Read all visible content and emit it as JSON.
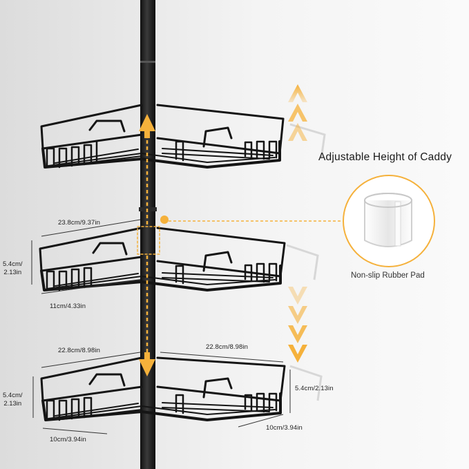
{
  "headline": "Adjustable Height of Caddy",
  "pad_caption": "Non-slip Rubber Pad",
  "accent_color": "#f5b13b",
  "dimensions": {
    "top_basket_width": "23.8cm/9.37in",
    "mid_basket_height_line1": "5.4cm/",
    "mid_basket_height_line2": "2.13in",
    "mid_basket_depth": "11cm/4.33in",
    "bottom_left_width": "22.8cm/8.98in",
    "bottom_right_width": "22.8cm/8.98in",
    "bottom_left_height_line1": "5.4cm/",
    "bottom_left_height_line2": "2.13in",
    "bottom_right_height": "5.4cm/2.13in",
    "bottom_left_depth": "10cm/3.94in",
    "bottom_right_depth": "10cm/3.94in"
  }
}
